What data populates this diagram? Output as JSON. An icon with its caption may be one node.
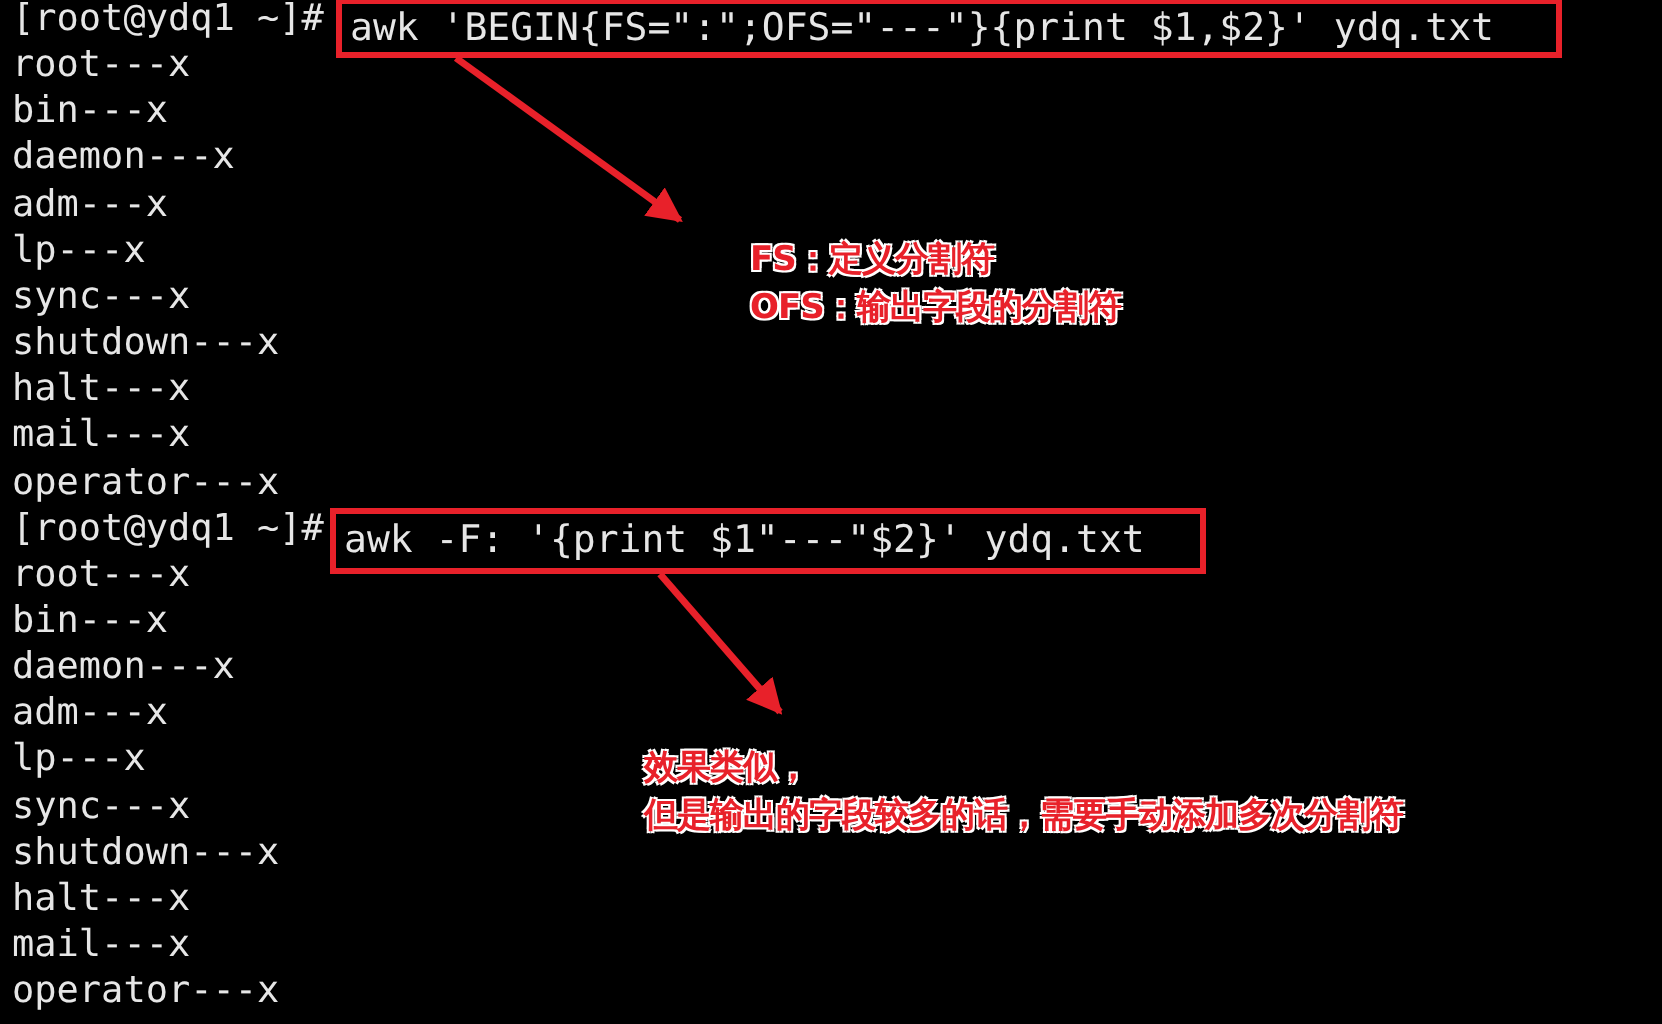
{
  "diagram": {
    "nodes": [
      {
        "text": [
          "awk 'BEGIN{FS=\":\";OFS=\"---\"}{print $1,$2}' ydq.txt"
        ]
      },
      {
        "text": [
          "FS：定义分割符",
          "OFS：输出字段的分割符"
        ]
      },
      {
        "text": [
          "awk -F: '{print $1\"---\"$2}' ydq.txt"
        ]
      },
      {
        "text": [
          "效果类似，",
          "但是输出的字段较多的话，需要手动添加多次分割符"
        ]
      }
    ],
    "edges": [
      {
        "from": 0,
        "to": 1,
        "arrow": "to"
      },
      {
        "from": 2,
        "to": 3,
        "arrow": "to"
      }
    ],
    "labels": [
      "[root@ydq1 ~]#",
      "root---x",
      "bin---x",
      "daemon---x",
      "adm---x",
      "lp---x",
      "sync---x",
      "shutdown---x",
      "halt---x",
      "mail---x",
      "operator---x",
      "[root@ydq1 ~]#",
      "root---x",
      "bin---x",
      "daemon---x",
      "adm---x",
      "lp---x",
      "sync---x",
      "shutdown---x",
      "halt---x",
      "mail---x",
      "operator---x"
    ]
  }
}
